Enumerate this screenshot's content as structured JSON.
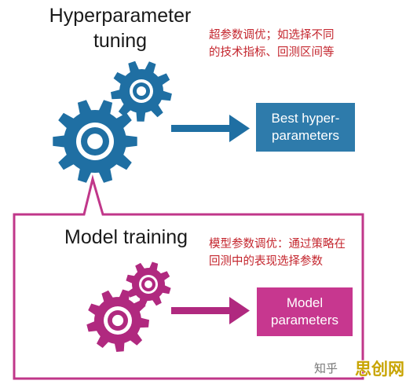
{
  "hyper": {
    "title": "Hyperparameter\ntuning",
    "note": "超参数调优；如选择不同\n的技术指标、回测区间等",
    "box_label": "Best hyper-\nparameters"
  },
  "model": {
    "title": "Model training",
    "note": "模型参数调优：通过策略在\n回测中的表现选择参数",
    "box_label": "Model\nparameters"
  },
  "watermark": {
    "source": "知乎",
    "brand": "思创网"
  },
  "colors": {
    "blue": "#1f6fa3",
    "blue_box": "#2e7bab",
    "magenta": "#b0297f",
    "magenta_box": "#c7378f",
    "frame": "#c0378a",
    "note_red": "#c4262e"
  }
}
